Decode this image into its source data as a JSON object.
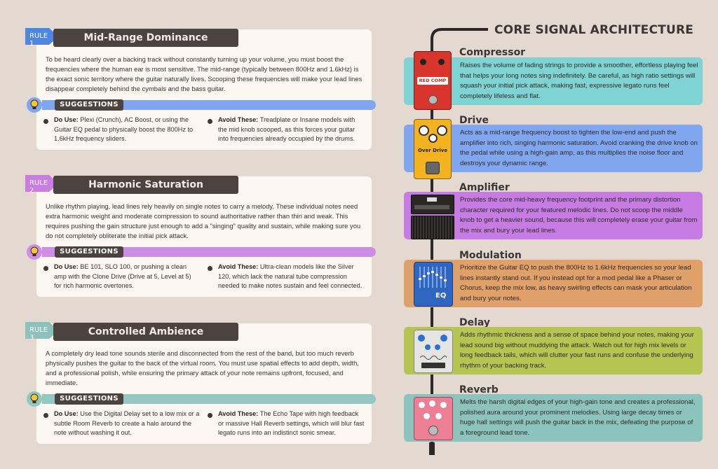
{
  "rules": [
    {
      "tag": "RULE 1",
      "title": "Mid-Range Dominance",
      "body": "To be heard clearly over a backing track without constantly turning up your volume, you must boost the frequencies where the human ear is most sensitive. The mid-range (typically between 800Hz and 1.6kHz) is the exact sonic territory where the guitar naturally lives. Scooping these frequencies will make your lead lines disappear completely behind the cymbals and the bass guitar.",
      "suggestions_label": "SUGGESTIONS",
      "do_label": "Do Use:",
      "do_text": "Plexi (Crunch), AC Boost, or using the Guitar EQ pedal to physically boost the 800Hz to 1.6kHz frequency sliders.",
      "avoid_label": "Avoid These:",
      "avoid_text": "Treadplate or Insane models with the mid knob scooped, as this forces your guitar into frequencies already occupied by the drums.",
      "color": "#4f86e0"
    },
    {
      "tag": "RULE 2",
      "title": "Harmonic Saturation",
      "body": "Unlike rhythm playing, lead lines rely heavily on single notes to carry a melody. These individual notes need extra harmonic weight and moderate compression to sound authoritative rather than thin and weak. This requires pushing the gain structure just enough to add a \"singing\" quality and sustain, while making sure you do not completely obliterate the initial pick attack.",
      "suggestions_label": "SUGGESTIONS",
      "do_label": "Do Use:",
      "do_text": "BE 101, SLO 100, or pushing a clean amp with the Clone Drive (Drive at 5, Level at 5) for rich harmonic overtones.",
      "avoid_label": "Avoid These:",
      "avoid_text": "Ultra-clean models like the Silver 120, which lack the natural tube compression needed to make notes sustain and feel connected.",
      "color": "#c97de0"
    },
    {
      "tag": "RULE 3",
      "title": "Controlled Ambience",
      "body": "A completely dry lead tone sounds sterile and disconnected from the rest of the band, but too much reverb physically pushes the guitar to the back of the virtual room. You must use spatial effects to add depth, width, and a professional polish, while ensuring the primary attack of your note remains upfront, focused, and immediate.",
      "suggestions_label": "SUGGESTIONS",
      "do_label": "Do Use:",
      "do_text": "Use the Digital Delay set to a low mix or a subtle Room Reverb to create a halo around the note without washing it out.",
      "avoid_label": "Avoid These:",
      "avoid_text": "The Echo Tape with high feedback or massive Hall Reverb settings, which will blur fast legato runs into an indistinct sonic smear.",
      "color": "#8cc2bb"
    }
  ],
  "architecture": {
    "title": "CORE SIGNAL ARCHITECTURE",
    "stages": [
      {
        "name": "Compressor",
        "text": "Raises the volume of fading strings to provide a smoother, effortless playing feel that helps your long notes sing indefinitely. Be careful, as high ratio settings will squash your initial pick attack, making fast, expressive legato runs feel completely lifeless and flat.",
        "color": "#7fd3d3",
        "pedal_label": "RED COMP"
      },
      {
        "name": "Drive",
        "text": "Acts as a mid-range frequency boost to tighten the low-end and push the amplifier into rich, singing harmonic saturation. Avoid cranking the drive knob on the pedal while using a high-gain amp, as this multiplies the noise floor and destroys your dynamic range.",
        "color": "#7fa6ef",
        "pedal_label": "Over Drive"
      },
      {
        "name": "Amplifier",
        "text": "Provides the core mid-heavy frequency footprint and the primary distortion character required for your featured melodic lines. Do not scoop the middle knob to get a heavier sound, because this will completely erase your guitar from the mix and bury your lead lines.",
        "color": "#c67ce3",
        "pedal_label": ""
      },
      {
        "name": "Modulation",
        "text": "Prioritize the Guitar EQ to push the 800Hz to 1.6kHz frequencies so your lead lines instantly stand out. If you instead opt for a mod pedal like a Phaser or Chorus, keep the mix low, as heavy swirling effects can mask your articulation and bury your notes.",
        "color": "#e0a06a",
        "pedal_label": "EQ"
      },
      {
        "name": "Delay",
        "text": "Adds rhythmic thickness and a sense of space behind your notes, making your lead sound big without muddying the attack. Watch out for high mix levels or long feedback tails, which will clutter your fast runs and confuse the underlying rhythm of your backing track.",
        "color": "#b5c551",
        "pedal_label": ""
      },
      {
        "name": "Reverb",
        "text": "Melts the harsh digital edges of your high-gain tone and creates a professional, polished aura around your prominent melodies. Using large decay times or huge hall settings will push the guitar back in the mix, defeating the purpose of a foreground lead tone.",
        "color": "#8dc3bd",
        "pedal_label": ""
      }
    ]
  },
  "colors": {
    "background": "#e3d9d0",
    "dark": "#4c4240",
    "card": "#fdf7f1"
  }
}
